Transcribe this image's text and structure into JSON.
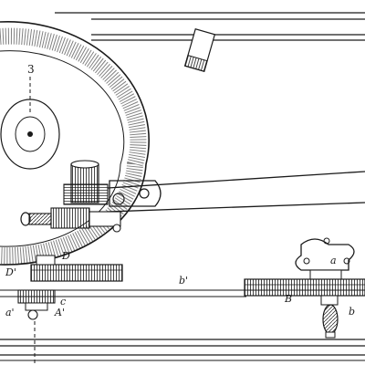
{
  "figure": {
    "number": "3"
  },
  "labels": {
    "d_prime": "D'",
    "d": "D",
    "b_prime": "b'",
    "a": "a",
    "b_upper": "B",
    "b_lower": "b",
    "a_prime": "a'",
    "c": "c",
    "a_upper_prime": "A'"
  },
  "colors": {
    "ink": "#1a1a1a",
    "paper": "#ffffff"
  }
}
